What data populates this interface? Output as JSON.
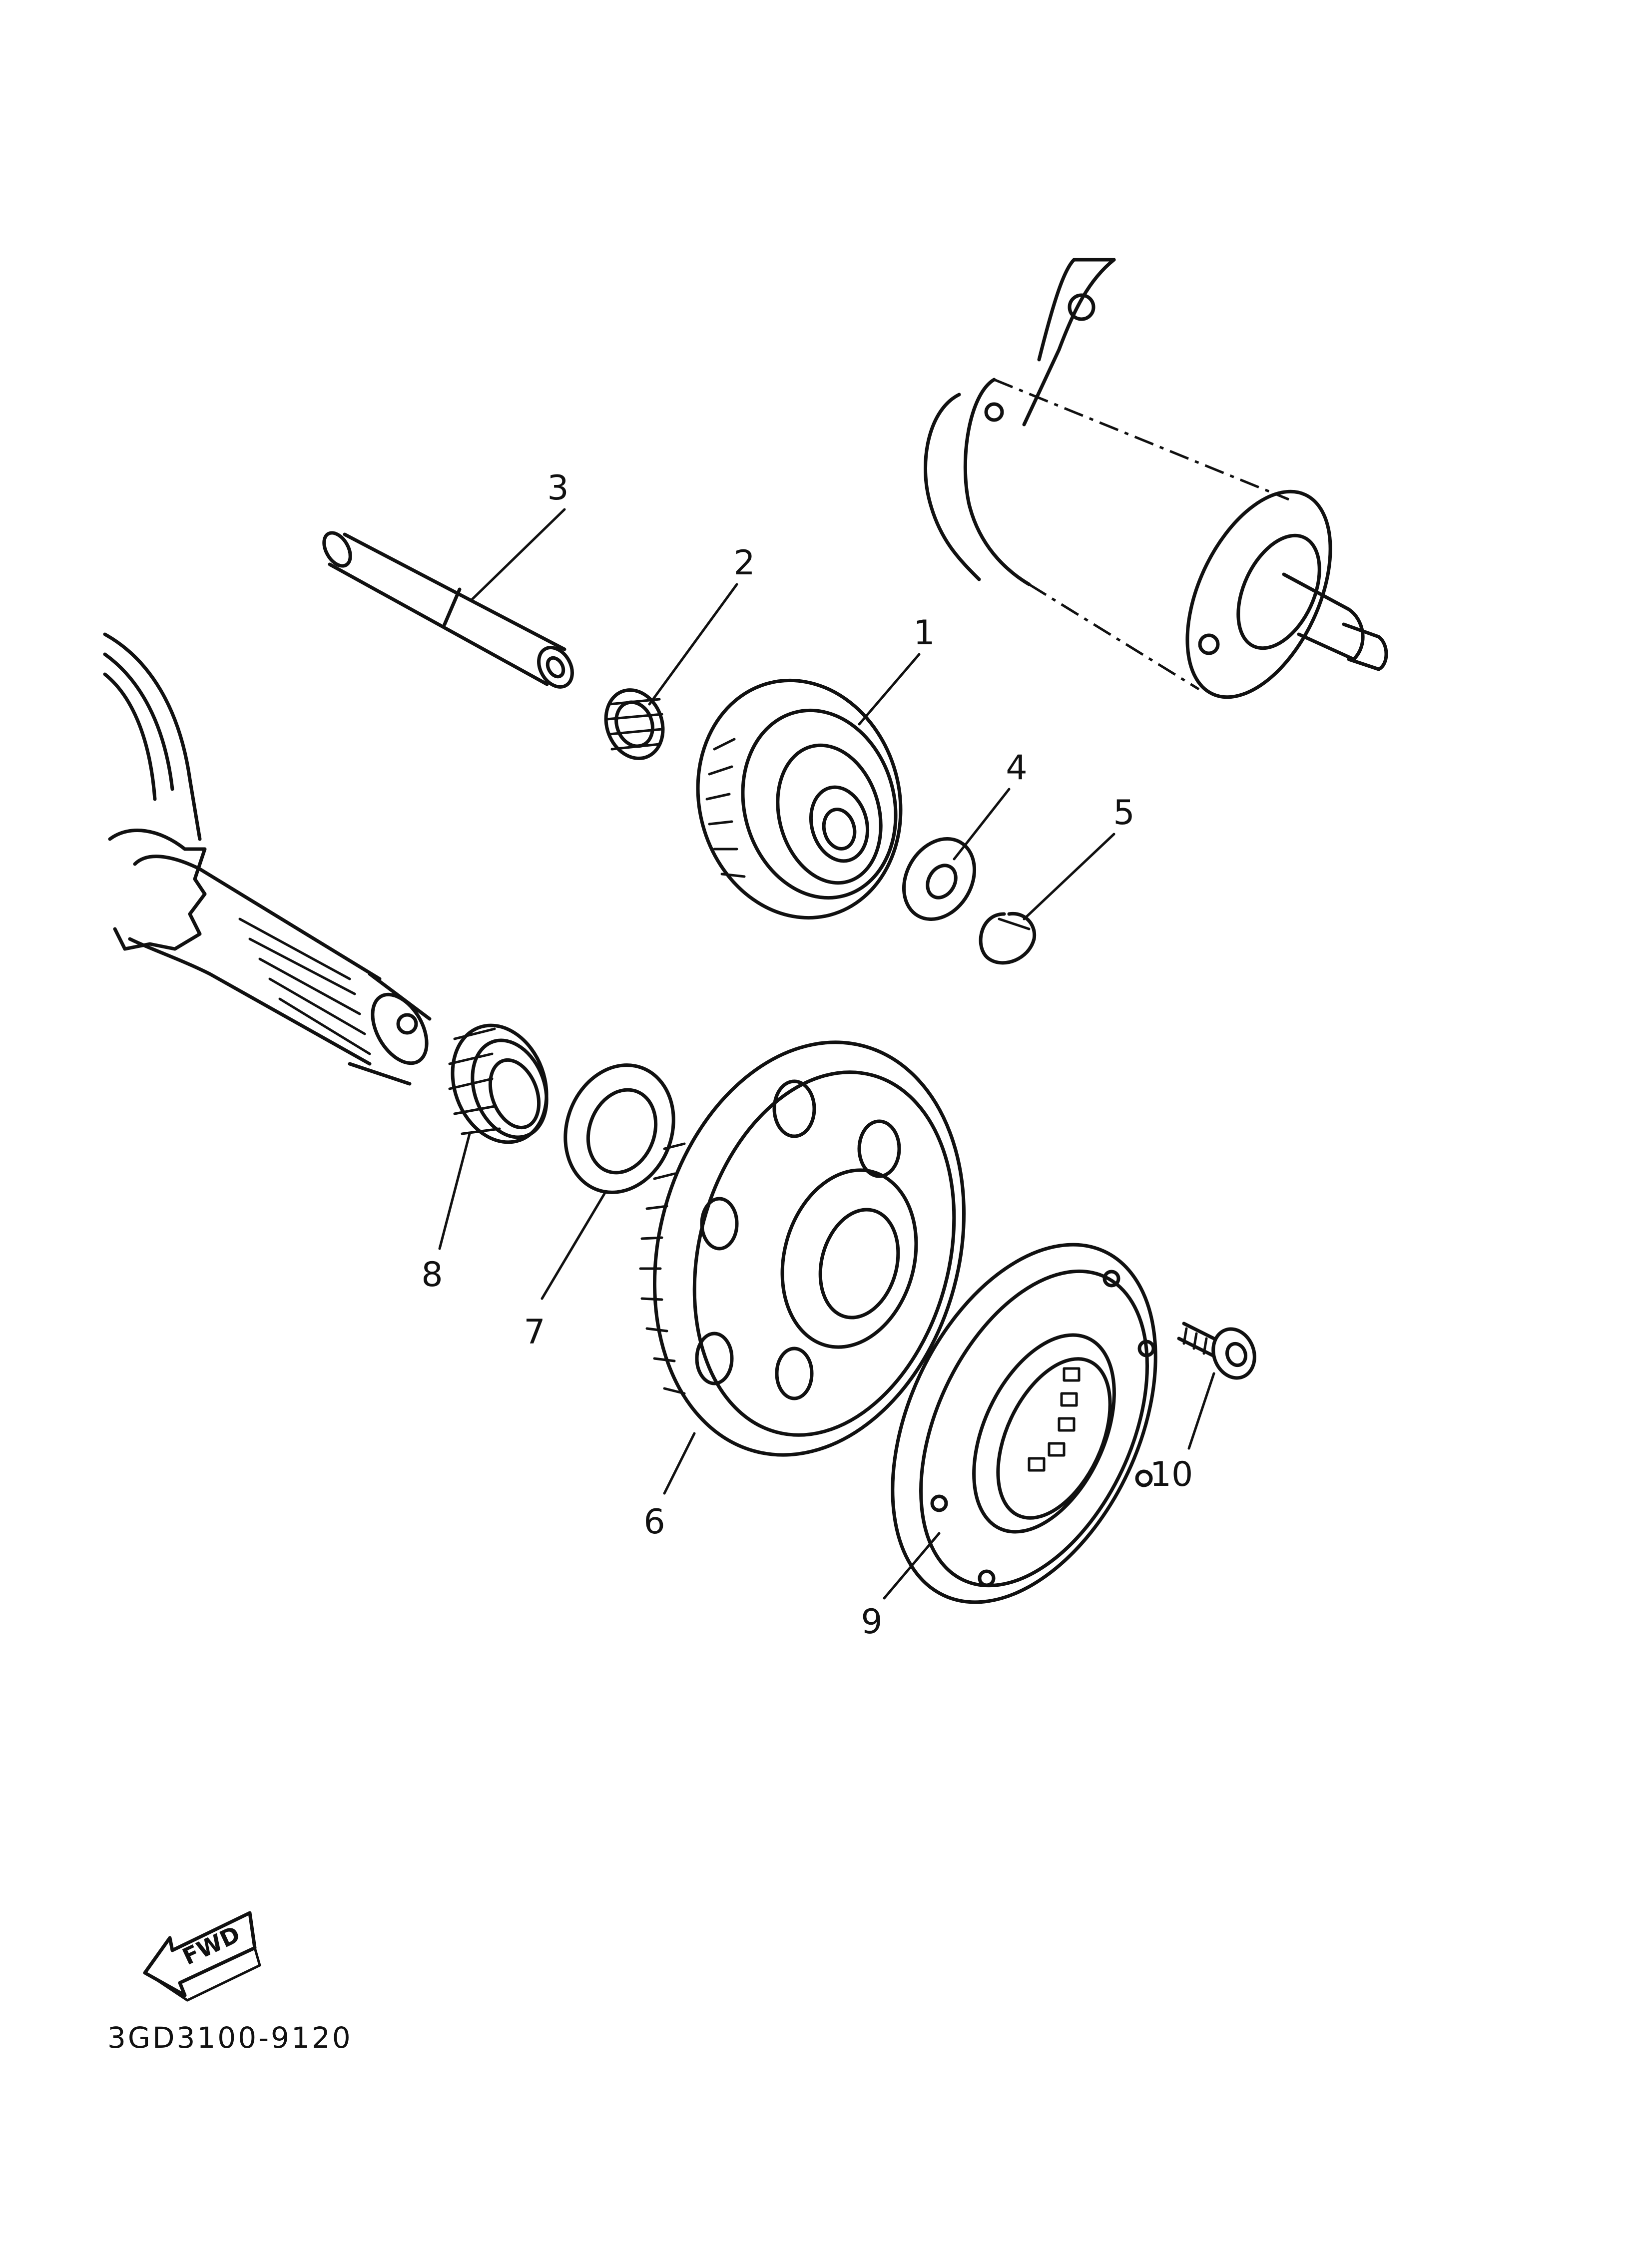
{
  "labels": {
    "p1": "1",
    "p2": "2",
    "p3": "3",
    "p4": "4",
    "p5": "5",
    "p6": "6",
    "p7": "7",
    "p8": "8",
    "p9": "9",
    "p10": "10"
  },
  "fwd_text": "FWD",
  "diagram_code": "3GD3100-9120"
}
